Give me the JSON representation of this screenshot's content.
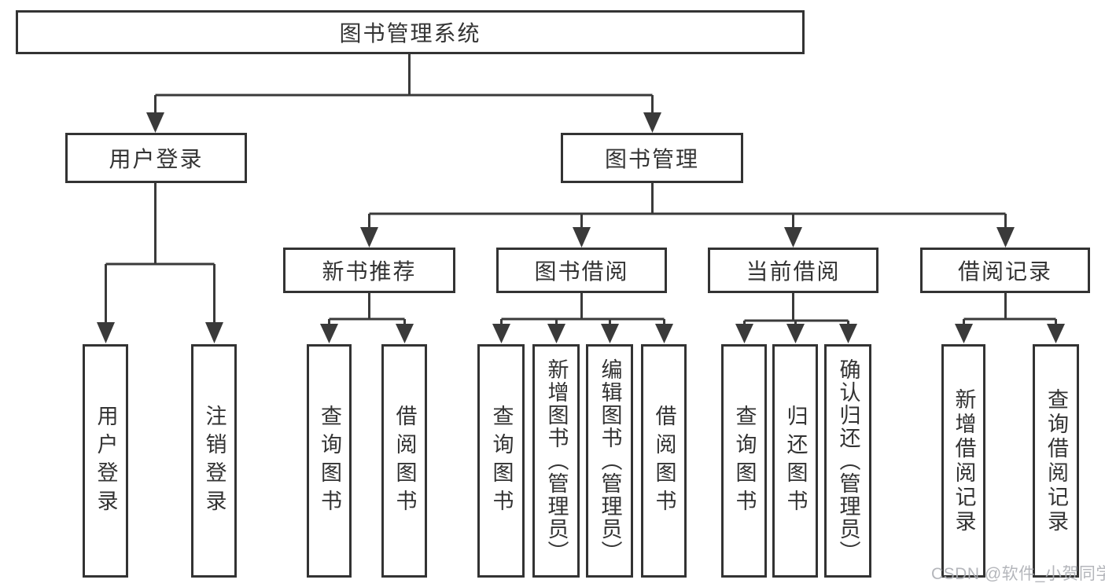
{
  "diagram": {
    "root": {
      "label": "图书管理系统"
    },
    "branches": [
      {
        "label": "用户登录",
        "children": [
          {
            "label": "用户登录"
          },
          {
            "label": "注销登录"
          }
        ]
      },
      {
        "label": "图书管理",
        "groups": [
          {
            "label": "新书推荐",
            "children": [
              {
                "label": "查询图书"
              },
              {
                "label": "借阅图书"
              }
            ]
          },
          {
            "label": "图书借阅",
            "children": [
              {
                "label": "查询图书"
              },
              {
                "label": "新增图书（管理员）"
              },
              {
                "label": "编辑图书（管理员）"
              },
              {
                "label": "借阅图书"
              }
            ]
          },
          {
            "label": "当前借阅",
            "children": [
              {
                "label": "查询图书"
              },
              {
                "label": "归还图书"
              },
              {
                "label": "确认归还（管理员）"
              }
            ]
          },
          {
            "label": "借阅记录",
            "children": [
              {
                "label": "新增借阅记录"
              },
              {
                "label": "查询借阅记录"
              }
            ]
          }
        ]
      }
    ]
  },
  "watermark": {
    "text": "CSDN @软件_小贺同学"
  },
  "colors": {
    "line": "#3a3a3a",
    "text": "#333333",
    "watermark": "#acaeb4"
  }
}
